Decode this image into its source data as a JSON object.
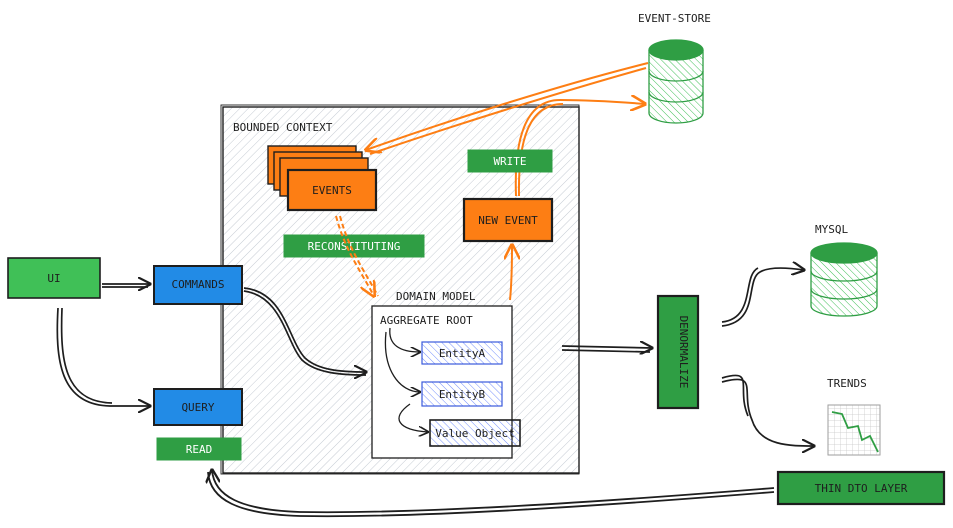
{
  "colors": {
    "green": "#40c057",
    "green_dark": "#2f9e44",
    "blue": "#228be6",
    "orange": "#fd7e14",
    "stroke": "#1e1e1e",
    "hatch_gray": "#adb5bd",
    "entity_fill": "#d0d6ff"
  },
  "labels": {
    "event_store": "EVENT-STORE",
    "bounded_context": "BOUNDED CONTEXT",
    "events": "EVENTS",
    "write": "WRITE",
    "new_event": "NEW EVENT",
    "reconstituting": "RECONSTITUTING",
    "domain_model": "DOMAIN MODEL",
    "aggregate_root": "AGGREGATE ROOT",
    "entity_a": "EntityA",
    "entity_b": "EntityB",
    "value_object": "Value Object",
    "ui": "UI",
    "commands": "COMMANDS",
    "query": "QUERY",
    "read": "READ",
    "denormalize": "DENORMALIZE",
    "mysql": "MYSQL",
    "trends": "TRENDS",
    "thin_dto_layer": "THIN DTO LAYER"
  },
  "icons": {
    "event_store": "database-icon",
    "mysql": "database-icon",
    "trends": "line-chart-icon"
  }
}
